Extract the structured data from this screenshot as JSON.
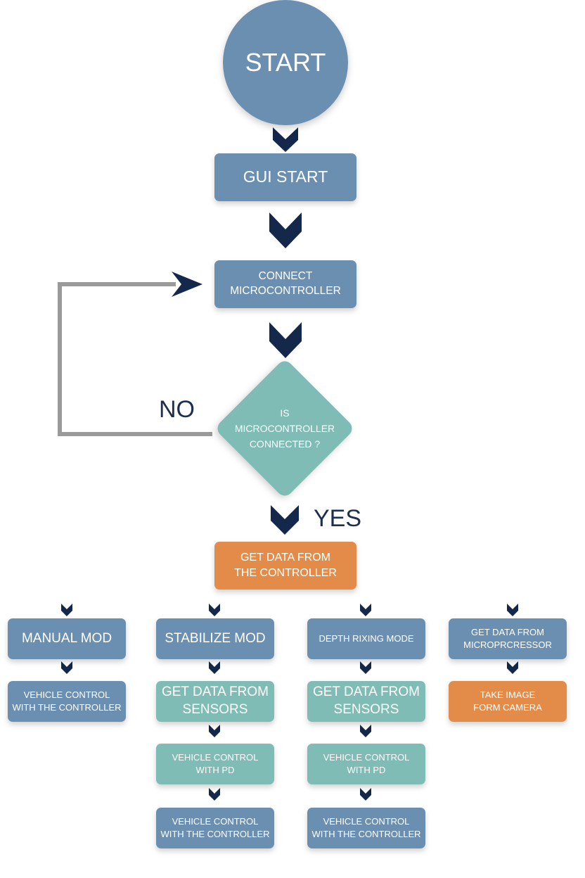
{
  "colors": {
    "process": "#6b8fb1",
    "decision": "#7fbcb5",
    "highlight": "#e38b48",
    "arrow": "#13284a",
    "loop_line": "#9a9a9a"
  },
  "nodes": {
    "start": "START",
    "gui_start": "GUI START",
    "connect": "CONNECT\nMICROCONTROLLER",
    "decision": "IS\nMICROCONTROLLER\nCONNECTED ?",
    "get_data": "GET DATA FROM\nTHE CONTROLLER"
  },
  "edge_labels": {
    "no": "NO",
    "yes": "YES"
  },
  "branches": [
    {
      "mode": "MANUAL MOD",
      "steps": [
        "VEHICLE CONTROL\nWITH THE CONTROLLER"
      ]
    },
    {
      "mode": "STABILIZE MOD",
      "steps": [
        "GET DATA FROM\nSENSORS",
        "VEHICLE CONTROL\nWITH PD",
        "VEHICLE CONTROL\nWITH THE CONTROLLER"
      ]
    },
    {
      "mode": "DEPTH RIXING MODE",
      "steps": [
        "GET DATA FROM\nSENSORS",
        "VEHICLE CONTROL\nWITH PD",
        "VEHICLE CONTROL\nWITH THE CONTROLLER"
      ]
    },
    {
      "mode": "GET DATA FROM\nMICROPRCRESSOR",
      "steps": [
        "TAKE IMAGE\nFORM CAMERA"
      ]
    }
  ]
}
